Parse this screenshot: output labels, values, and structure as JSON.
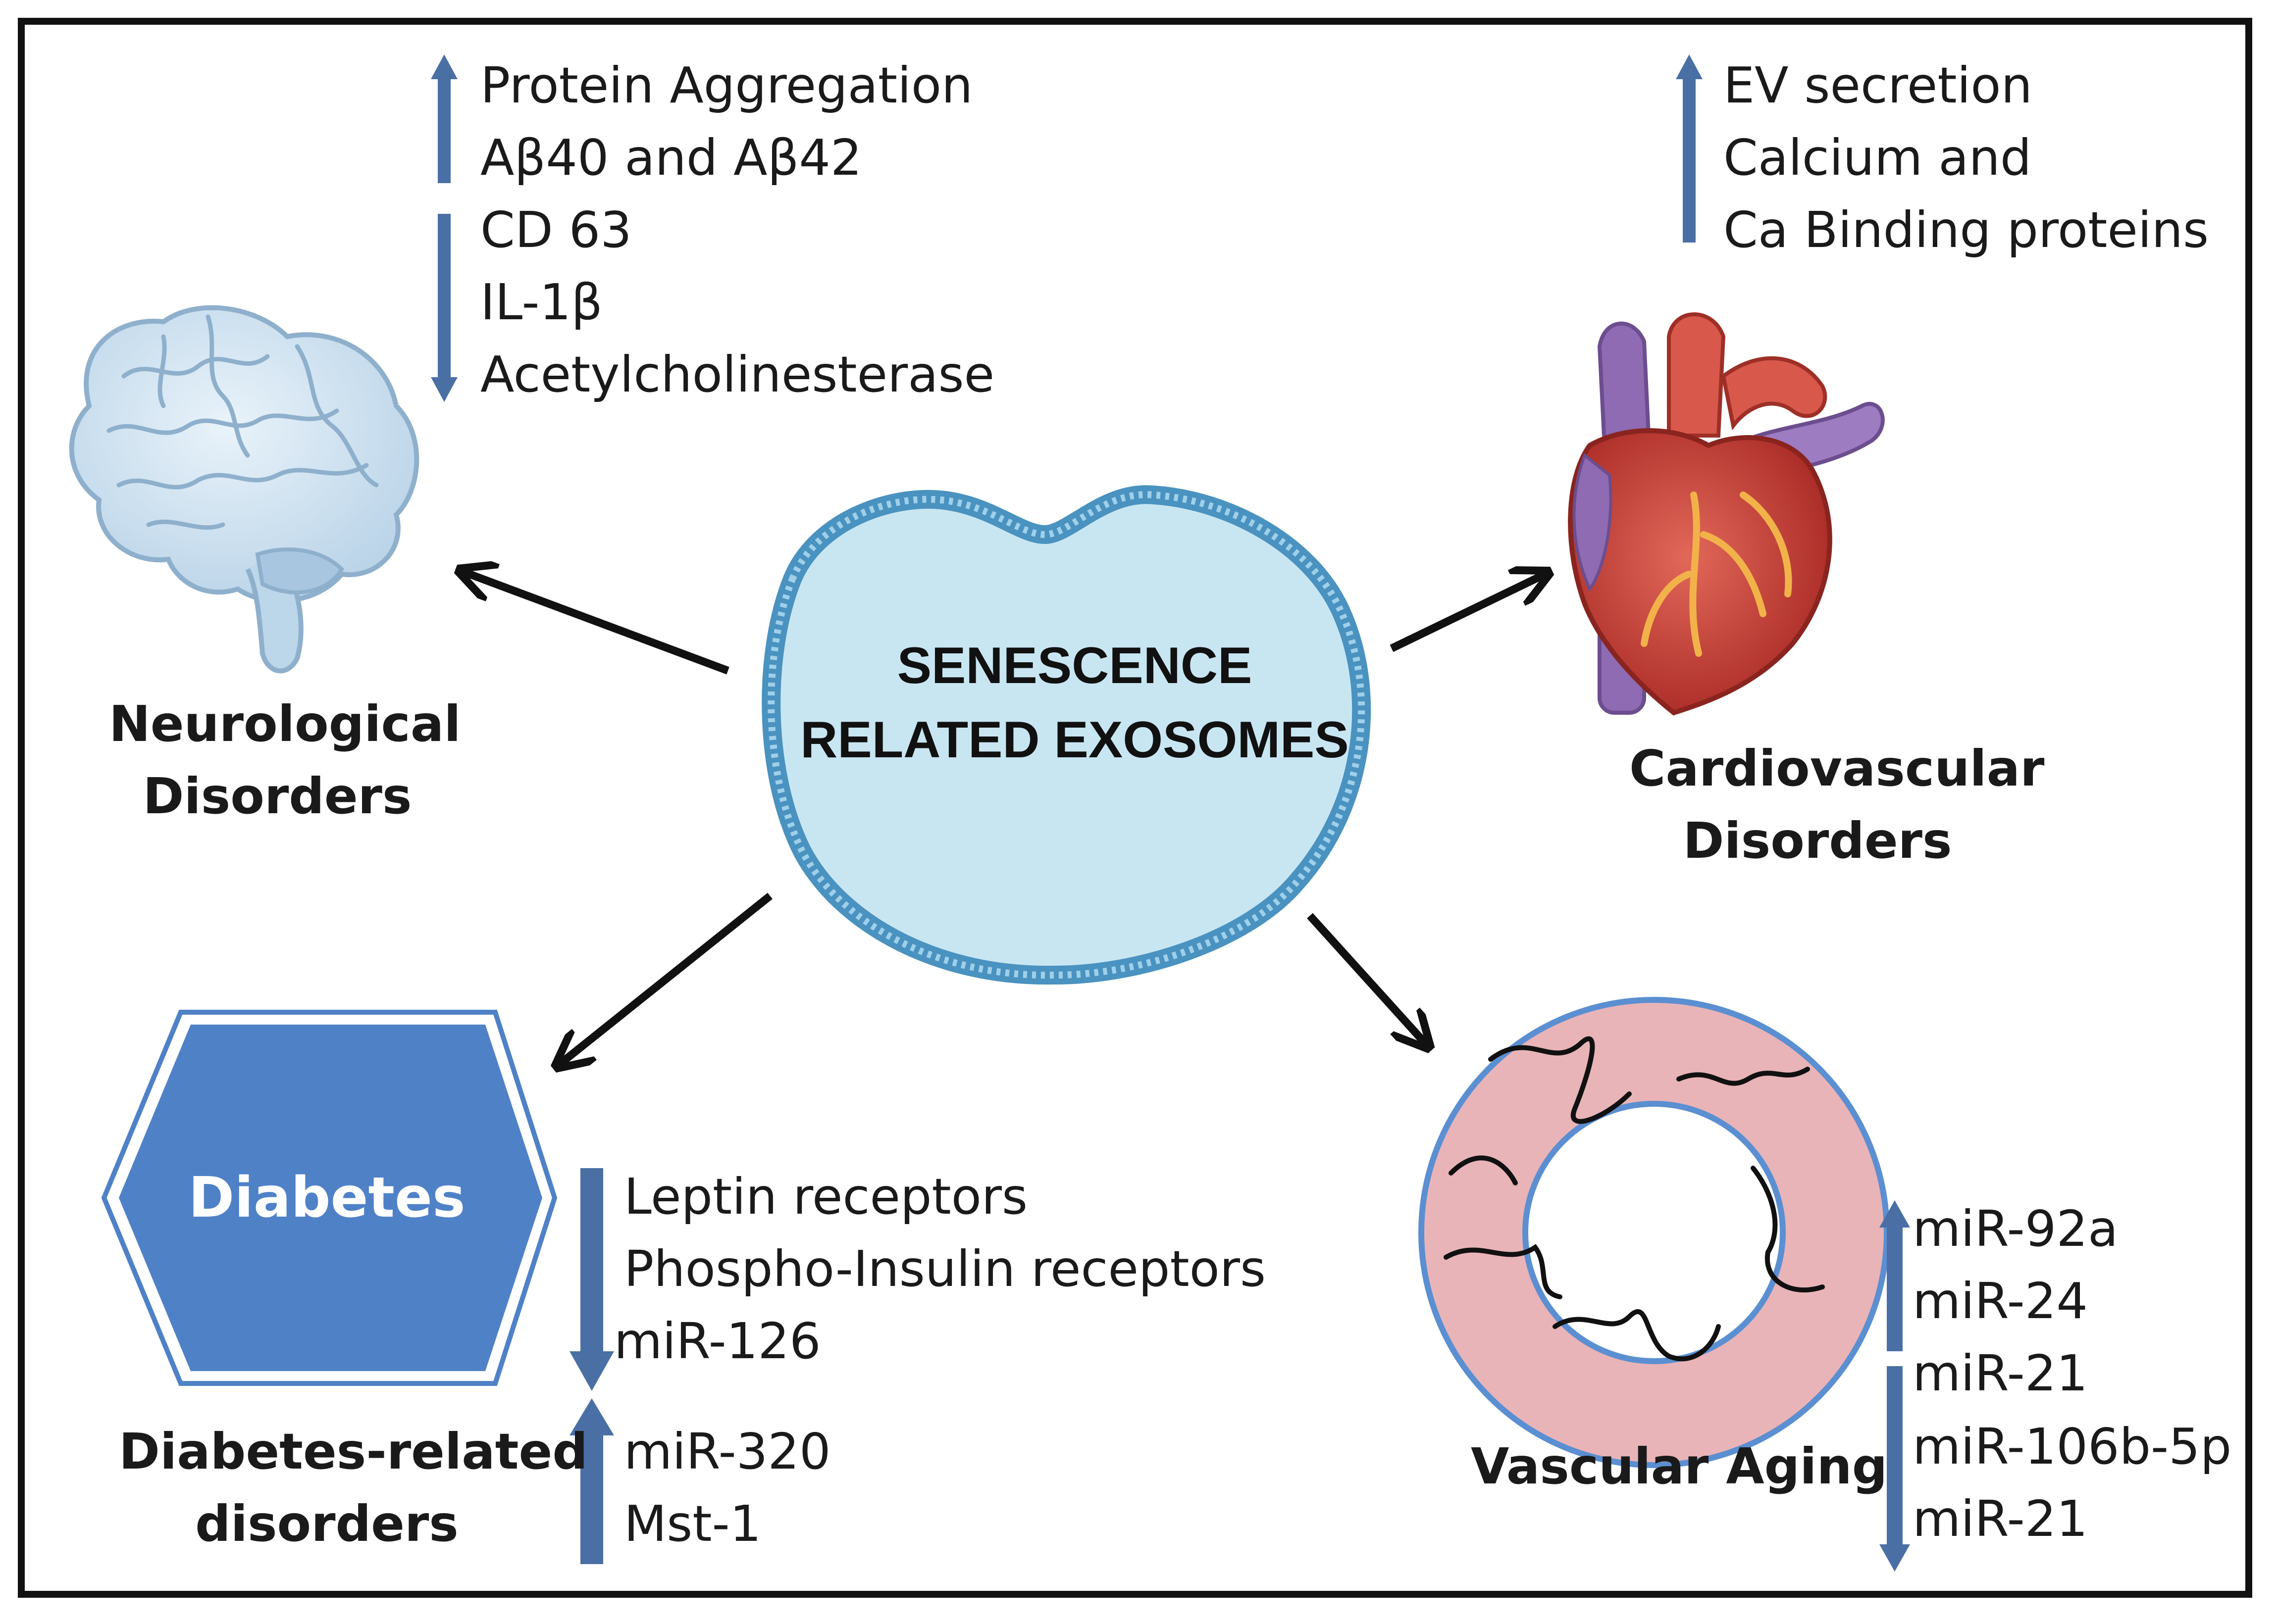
{
  "center": {
    "line1": "SENESCENCE",
    "line2": "RELATED EXOSOMES"
  },
  "neuro": {
    "title_line1": "Neurological",
    "title_line2": "Disorders",
    "up_items": [
      "Protein Aggregation",
      "Aβ40 and Aβ42"
    ],
    "down_items": [
      "CD 63",
      "IL-1β",
      "Acetylcholinesterase"
    ]
  },
  "cardio": {
    "title_line1": "Cardiovascular",
    "title_line2": "Disorders",
    "up_items": [
      "EV secretion",
      "Calcium and",
      "Ca Binding proteins"
    ]
  },
  "diabetes": {
    "hex_label": "Diabetes",
    "title_line1": "Diabetes-related",
    "title_line2": "disorders",
    "down_items": [
      "Leptin receptors",
      "Phospho-Insulin receptors",
      "miR-126"
    ],
    "up_items": [
      "miR-320",
      "Mst-1"
    ]
  },
  "vascular": {
    "title": "Vascular Aging",
    "up_items": [
      "miR-92a",
      "miR-24",
      "miR-21"
    ],
    "down_items": [
      "miR-106b-5p",
      "miR-21"
    ]
  },
  "colors": {
    "arrow_blue": "#4a6fa5",
    "exosome_fill": "#c8e6f2",
    "exosome_membrane": "#4a92c0",
    "hexagon_fill": "#4f81c7",
    "vessel_fill": "#e8b4b8",
    "vessel_border": "#5b8fd1"
  },
  "icons": [
    "brain-icon",
    "heart-icon",
    "exosome-icon",
    "blood-vessel-icon",
    "hexagon-icon"
  ]
}
